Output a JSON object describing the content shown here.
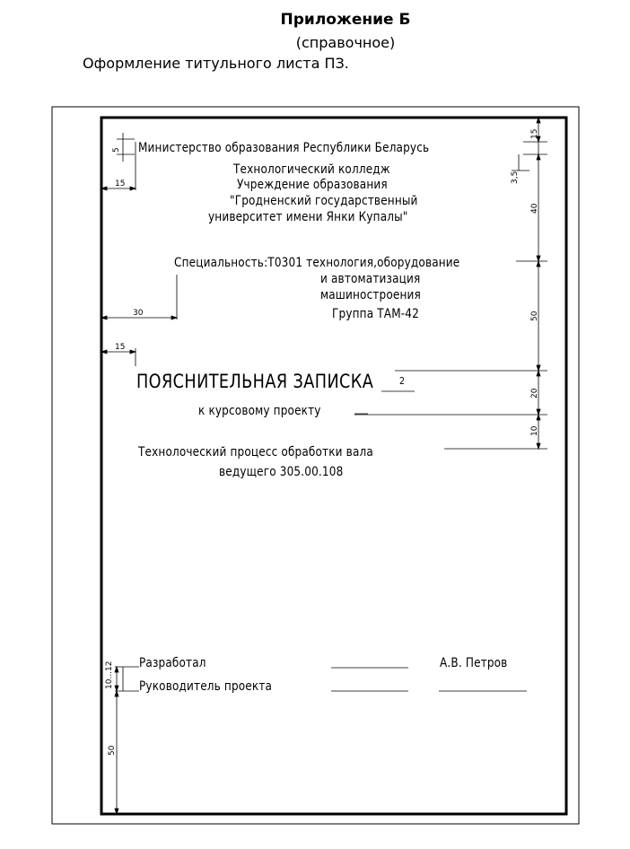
{
  "header": {
    "title": "Приложение Б",
    "subtitle": "(справочное)",
    "caption": "Оформление титульного листа ПЗ."
  },
  "sheet": {
    "ministry": "Министерство образования Республики Беларусь",
    "college": "Технологический колледж",
    "institution_line1": "Учреждение образования",
    "institution_line2": "\"Гродненский государственный",
    "institution_line3": "университет имени Янки Купалы\"",
    "specialty_line1": "Специальность:Т0301 технология,оборудование",
    "specialty_line2": "и автоматизация",
    "specialty_line3": "машиностроения",
    "group": "Группа ТАМ-42",
    "doc_title": "ПОЯСНИТЕЛЬНАЯ ЗАПИСКА",
    "doc_title_marker": "2",
    "course_project": "к курсовому проекту",
    "topic_line1": "Технолоческий процесс обработки вала",
    "topic_line2": "ведущего 305.00.108",
    "developed_label": "Разработал",
    "developed_name": "А.В. Петров",
    "supervisor_label": "Руководитель проекта"
  },
  "dimensions": {
    "top_margin": "15",
    "text_height_small": "5",
    "text_height_3_5": "3,5",
    "gap_40": "40",
    "gap_50": "50",
    "gap_20": "20",
    "gap_10": "10",
    "indent_15_top": "15",
    "indent_30": "30",
    "indent_15_mid": "15",
    "row_gap": "10...12",
    "bottom_50": "50"
  },
  "colors": {
    "ink": "#000000",
    "paper": "#ffffff"
  }
}
